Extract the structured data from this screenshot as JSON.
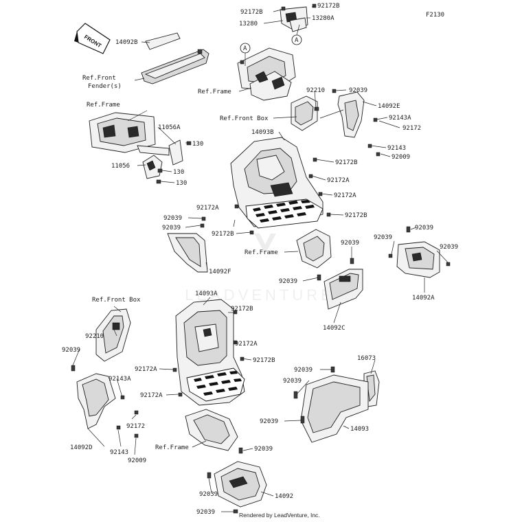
{
  "figure_code": "F2130",
  "front_label": "FRONT",
  "circle_ref": "A",
  "watermark": "LEADVENTURE",
  "credit": "Rendered by LeadVenture, Inc.",
  "refs": {
    "front_fenders": "Ref.Front\nFender(s)",
    "frame_top": "Ref.Frame",
    "frame_left": "Ref.Frame",
    "front_box_top": "Ref.Front Box",
    "frame_mid": "Ref.Frame",
    "front_box_left": "Ref.Front Box",
    "frame_bottom": "Ref.Frame"
  },
  "labels": [
    "92172B",
    "92172B",
    "13280",
    "13280A",
    "14092B",
    "92210",
    "92039",
    "14092E",
    "92143A",
    "92172",
    "92143",
    "92009",
    "11056A",
    "130",
    "11056",
    "130",
    "130",
    "14093B",
    "92172B",
    "92172A",
    "92172A",
    "92172A",
    "92039",
    "92039",
    "92172B",
    "92172B",
    "92039",
    "92039",
    "92039",
    "14092F",
    "92039",
    "92039",
    "14092A",
    "14092C",
    "14093A",
    "92172B",
    "92210",
    "92039",
    "92172A",
    "92172B",
    "92172A",
    "92143A",
    "92172A",
    "92172",
    "14092D",
    "92143",
    "92009",
    "92039",
    "16073",
    "92039",
    "92039",
    "14093",
    "92039",
    "92039",
    "14092",
    "92039"
  ]
}
